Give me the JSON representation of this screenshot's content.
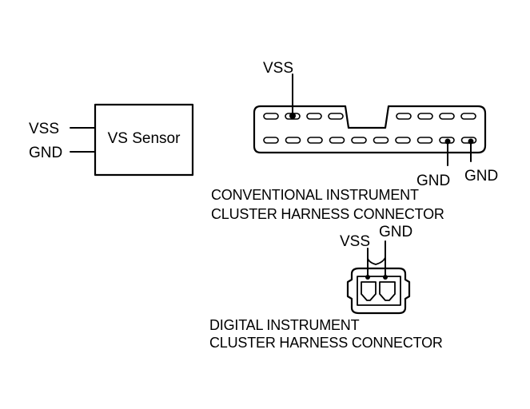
{
  "sensor": {
    "box_label": "VS Sensor",
    "vss_label": "VSS",
    "gnd_label": "GND"
  },
  "conventional_connector": {
    "vss_label": "VSS",
    "gnd_label_1": "GND",
    "gnd_label_2": "GND",
    "caption_line1": "CONVENTIONAL INSTRUMENT",
    "caption_line2": "CLUSTER HARNESS CONNECTOR"
  },
  "digital_connector": {
    "vss_label": "VSS",
    "gnd_label": "GND",
    "caption_line1": "DIGITAL INSTRUMENT",
    "caption_line2": "CLUSTER HARNESS CONNECTOR"
  }
}
